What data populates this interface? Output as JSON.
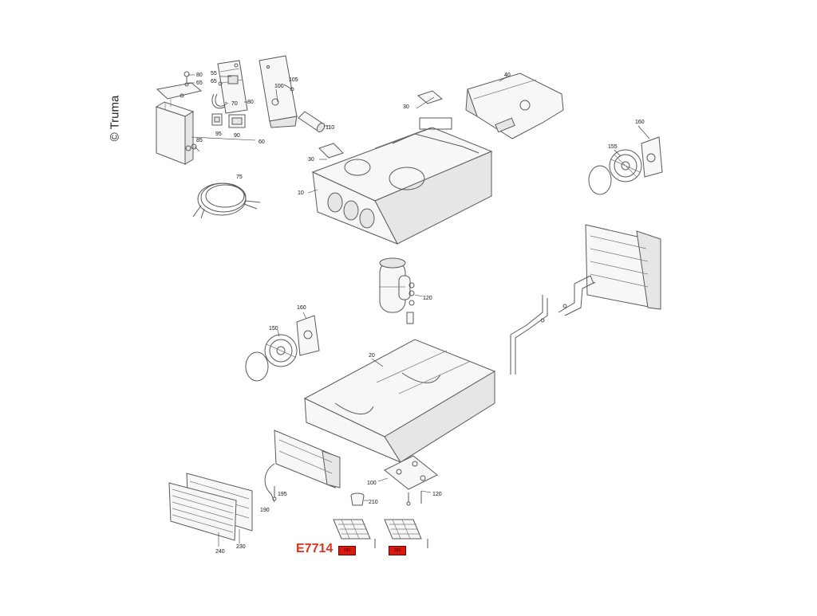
{
  "copyright": "© Truma",
  "model_code": "E7714",
  "parts": {
    "p10": "10",
    "p20": "20",
    "p30a": "30",
    "p30b": "30",
    "p40": "40",
    "p55": "55",
    "p60": "60",
    "p65a": "65",
    "p65b": "65",
    "p70": "70",
    "p75": "75",
    "p80a": "80",
    "p80b": "80",
    "p85": "85",
    "p90": "90",
    "p95": "95",
    "p100a": "100",
    "p100b": "100",
    "p105": "105",
    "p110": "110",
    "p120a": "120",
    "p120b": "120",
    "p150": "150",
    "p155": "155",
    "p160a": "160",
    "p160b": "160",
    "p190": "190",
    "p195": "195",
    "p210": "210",
    "p230": "230",
    "p240": "240"
  },
  "red_labels": {
    "left": "250",
    "right": "255"
  }
}
